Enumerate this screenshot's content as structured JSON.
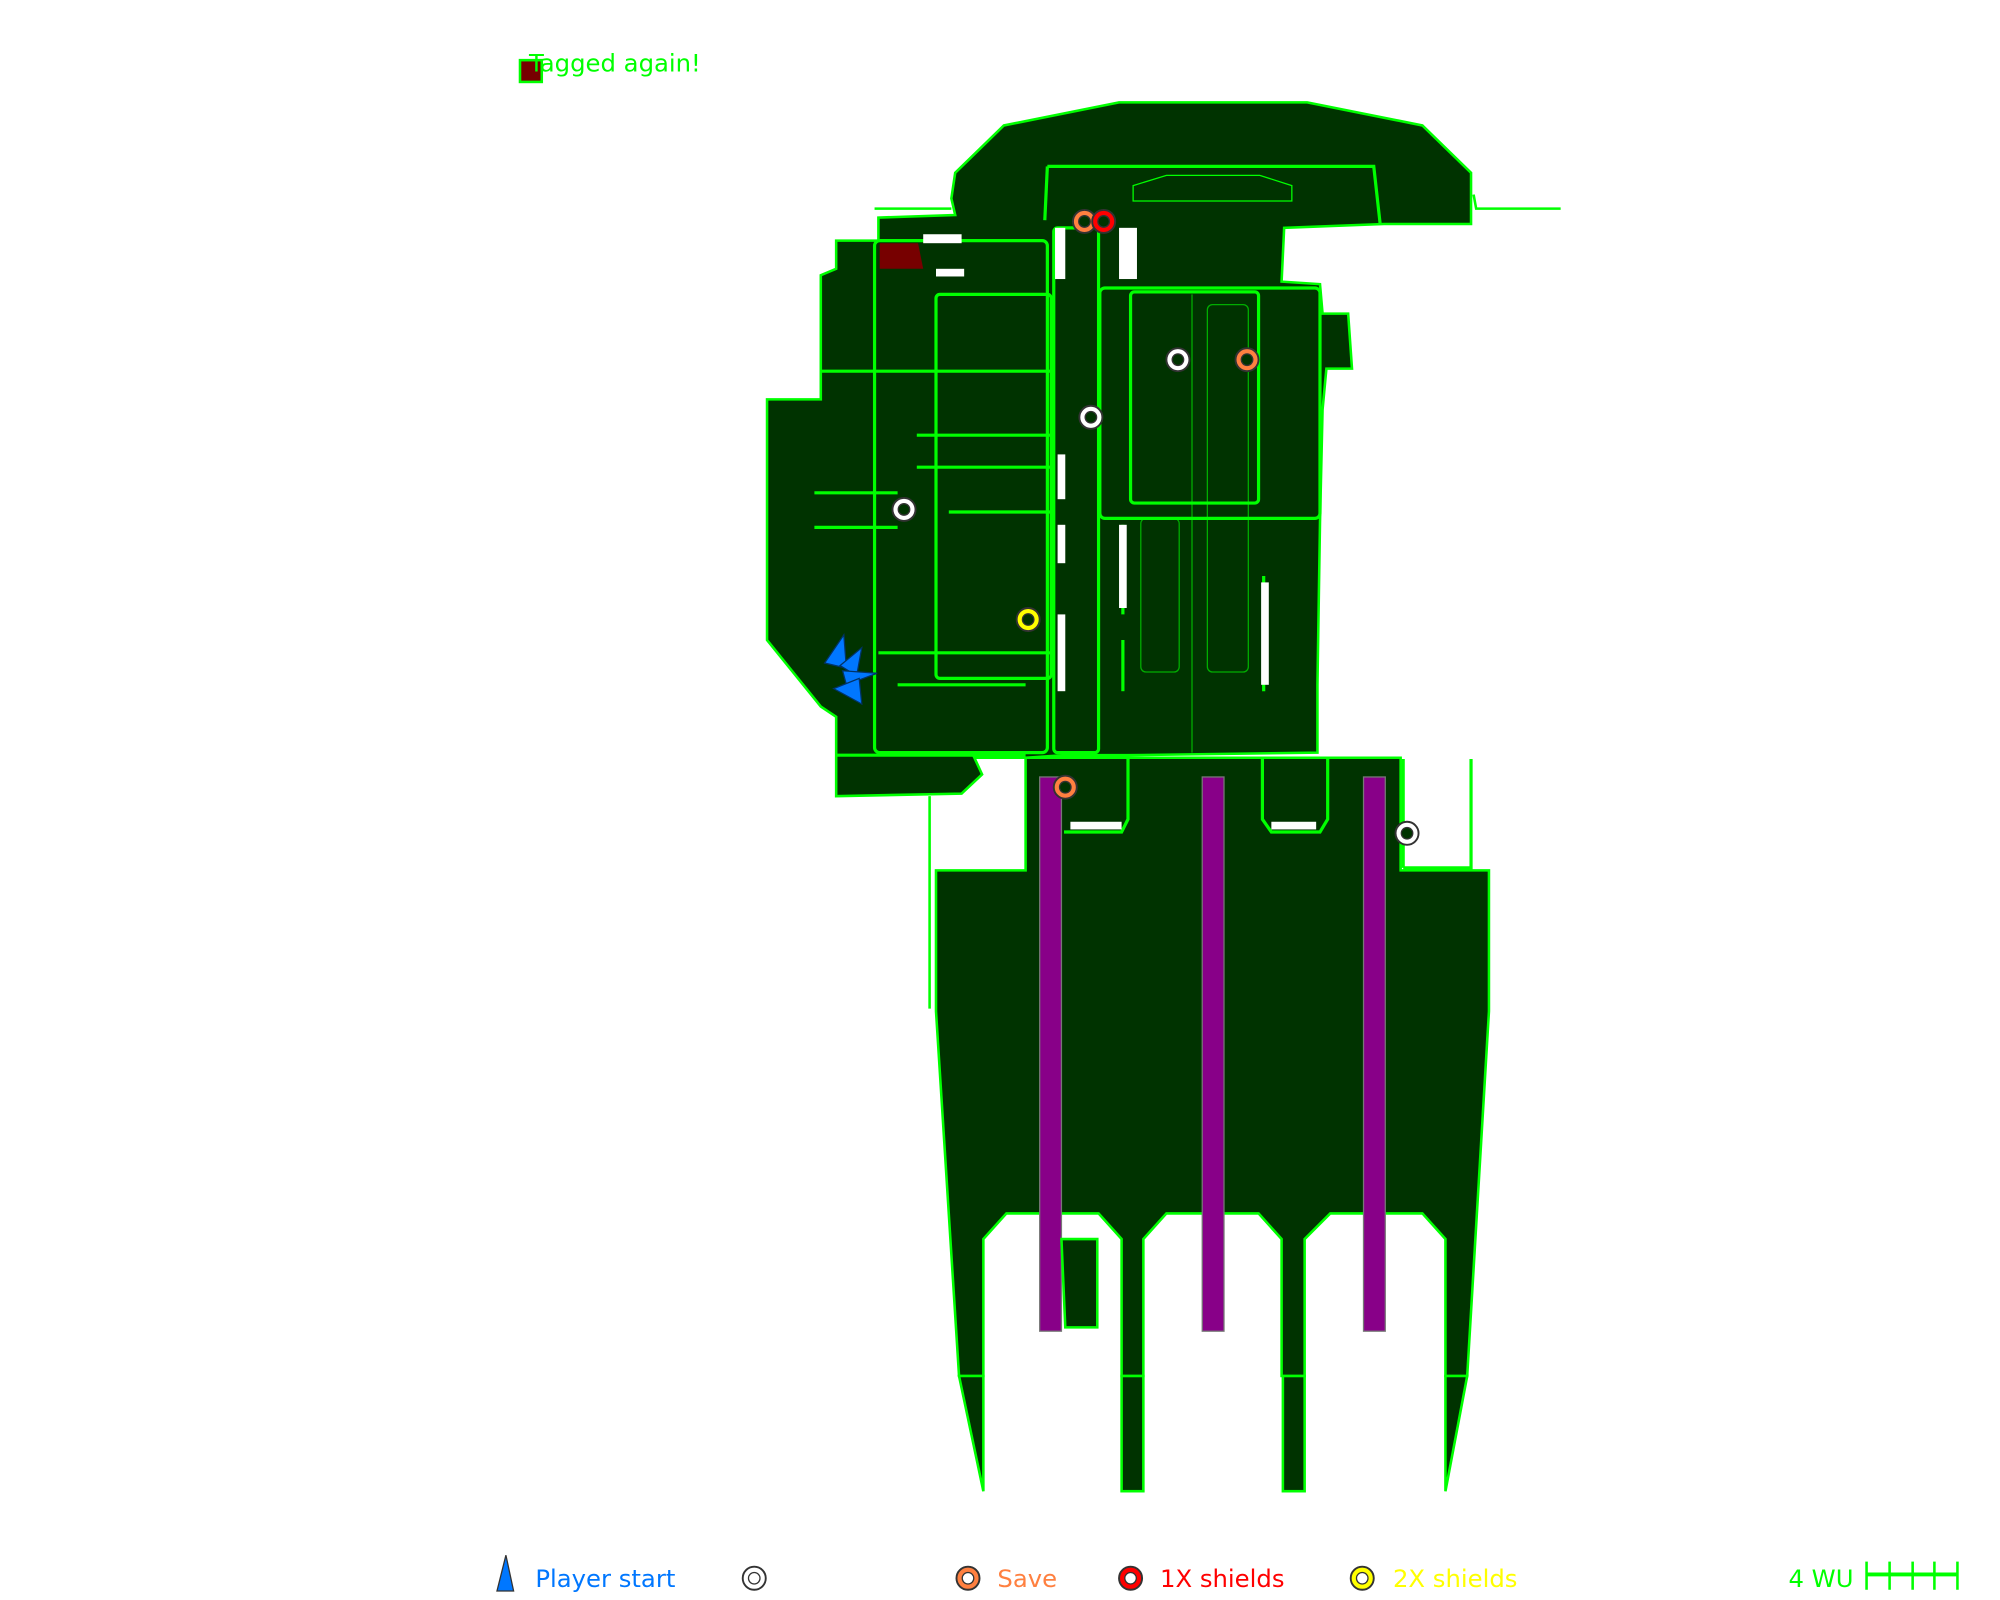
{
  "tag_message": "Tagged again!",
  "legend": {
    "player_start": "Player start",
    "save": "Save",
    "shields_1x": "1X shields",
    "shields_2x": "2X shields",
    "scale": "4 WU"
  },
  "colors": {
    "floor": "#003300",
    "wall": "#00ff00",
    "liquid": "#880088",
    "tagged": "#770000",
    "player": "#0077ff",
    "save": "#ff8040",
    "shields_1x": "#ff0000",
    "shields_2x": "#ffff00",
    "plain": "#ffffff"
  }
}
